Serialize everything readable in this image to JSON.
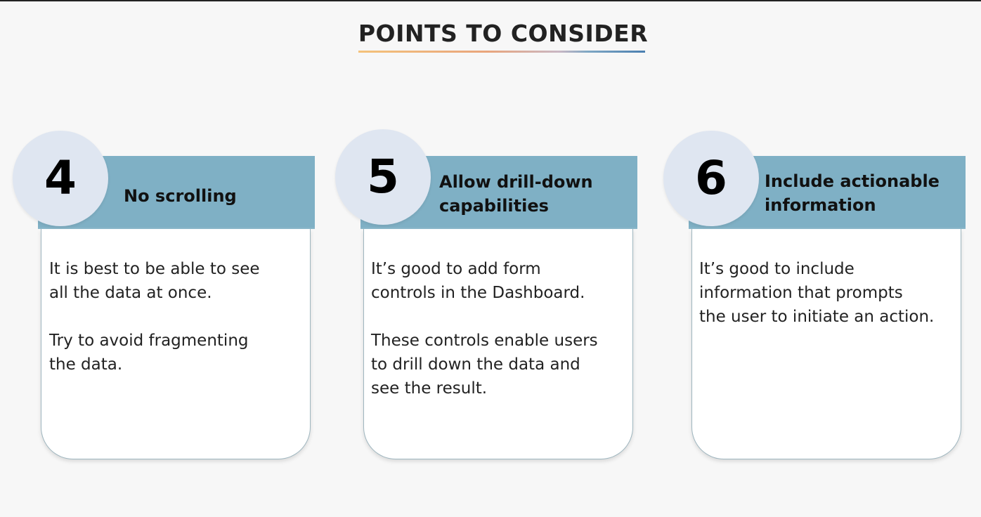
{
  "title": "POINTS TO CONSIDER",
  "cards": [
    {
      "number": "4",
      "heading_lines": [
        "No scrolling"
      ],
      "paragraphs": [
        [
          "It is best to be able to see",
          "all the data at once."
        ],
        [
          "Try to avoid fragmenting",
          "the data."
        ]
      ]
    },
    {
      "number": "5",
      "heading_lines": [
        "Allow drill-down",
        "capabilities"
      ],
      "paragraphs": [
        [
          "It’s good to add form",
          "controls in the Dashboard."
        ],
        [
          "These controls enable users",
          "to drill down the data and",
          "see the result."
        ]
      ]
    },
    {
      "number": "6",
      "heading_lines": [
        "Include actionable",
        "information"
      ],
      "paragraphs": [
        [
          "It’s good to include",
          "information that prompts",
          "the user to initiate an action."
        ]
      ]
    }
  ],
  "colors": {
    "header_band": "#7fb0c5",
    "number_circle": "#dfe6f1",
    "title_underline_left": "#f4c27a",
    "title_underline_right": "#4a7fb0"
  }
}
